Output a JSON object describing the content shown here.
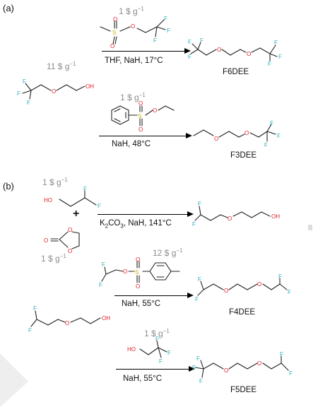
{
  "panel_a": {
    "label": "(a)",
    "price_top": "1 $ g",
    "price_top_exp": "−1",
    "price_start": "11 $ g",
    "price_start_exp": "−1",
    "price_mid": "1 $ g",
    "price_mid_exp": "−1",
    "cond_top": "THF, NaH, 17°C",
    "cond_mid": "NaH, 48°C",
    "product_top": "F6DEE",
    "product_mid": "F3DEE"
  },
  "panel_b": {
    "label": "(b)",
    "price_r1": "1 $ g",
    "price_r1_exp": "−1",
    "price_r2": "1 $ g",
    "price_r2_exp": "−1",
    "plus": "+",
    "cond_1_pre": "K",
    "cond_1_sub": "2",
    "cond_1_mid": "CO",
    "cond_1_sub2": "3",
    "cond_1_post": ", NaH, 141°C",
    "price_tos": "12 $ g",
    "price_tos_exp": "−1",
    "cond_2": "NaH, 55°C",
    "product_2": "F4DEE",
    "price_3": "1 $ g",
    "price_3_exp": "−1",
    "cond_3": "NaH, 55°C",
    "product_3": "F5DEE"
  },
  "atoms": {
    "F": "F",
    "O": "O",
    "OH": "OH",
    "HO": "HO",
    "S": "S"
  },
  "colors": {
    "fluorine": "#2ab0bb",
    "oxygen": "#e0202a",
    "sulfur": "#c8b400",
    "price": "#8c8c8c"
  }
}
